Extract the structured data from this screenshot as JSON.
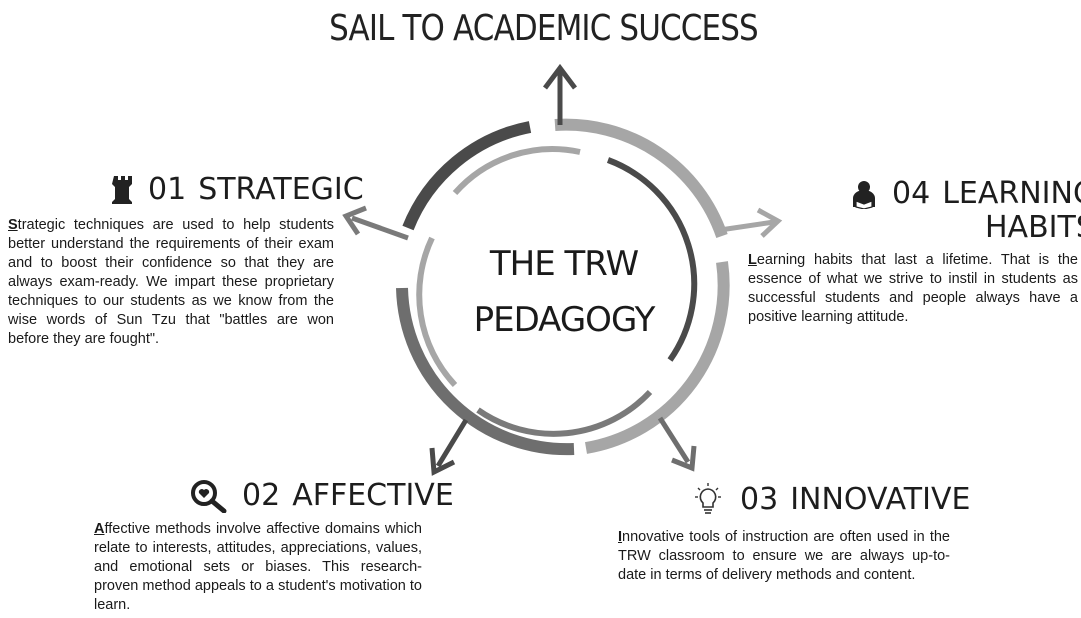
{
  "goal": "SAIL TO ACADEMIC SUCCESS",
  "center": {
    "line1": "THE TRW",
    "line2": "PEDAGOGY"
  },
  "sections": {
    "strategic": {
      "number": "01",
      "title": "STRATEGIC",
      "icon": "chess-rook-icon",
      "first_letter": "S",
      "text": "trategic techniques are used to help students better understand the requirements of their exam and to boost their confidence so that they are always exam-ready. We impart these proprietary techniques to our students as we know from the wise words of Sun Tzu that \"battles are won before they are fought\"."
    },
    "affective": {
      "number": "02",
      "title": "AFFECTIVE",
      "icon": "heart-magnifier-icon",
      "first_letter": "A",
      "text": "ffective methods involve affective domains which relate to interests, attitudes, appreciations, values, and emotional sets or biases. This research-proven method appeals to a student's motivation to learn."
    },
    "innovative": {
      "number": "03",
      "title": "INNOVATIVE",
      "icon": "lightbulb-icon",
      "first_letter": "I",
      "text": "nnovative tools of instruction are often used in the TRW classroom to ensure we are always up-to-date in terms of delivery methods and content."
    },
    "learning": {
      "number": "04",
      "title_line1": "LEARNING",
      "title_line2": "HABITS",
      "icon": "reader-icon",
      "first_letter": "L",
      "text": "earning habits that last a lifetime. That is the essence of what we strive to instil in students as successful students and people always have a positive learning attitude."
    }
  },
  "colors": {
    "dark_gray": "#4a4a4a",
    "mid_gray": "#7a7a7a",
    "light_gray": "#a6a6a6"
  }
}
